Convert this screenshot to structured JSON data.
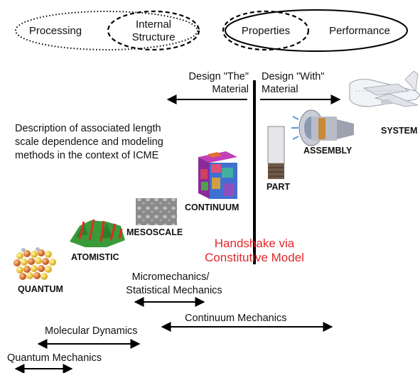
{
  "paradigm": {
    "processing": "Processing",
    "internal_structure_line1": "Internal",
    "internal_structure_line2": "Structure",
    "properties": "Properties",
    "performance": "Performance"
  },
  "design": {
    "the_line1": "Design \"The\"",
    "the_line2": "Material",
    "with_line1": "Design \"With\"",
    "with_line2": "Material"
  },
  "description": {
    "line1": "Description of associated length",
    "line2": "scale dependence and modeling",
    "line3": "methods in the context of ICME"
  },
  "scales": {
    "quantum": "QUANTUM",
    "atomistic": "ATOMISTIC",
    "mesoscale": "MESOSCALE",
    "continuum": "CONTINUUM",
    "part": "PART",
    "assembly": "ASSEMBLY",
    "system": "SYSTEM"
  },
  "handshake": {
    "line1": "Handshake via",
    "line2": "Constitutive Model"
  },
  "methods": {
    "micro_line1": "Micromechanics/",
    "micro_line2": "Statistical Mechanics",
    "continuum_mechanics": "Continuum Mechanics",
    "molecular_dynamics": "Molecular Dynamics",
    "quantum_mechanics": "Quantum Mechanics"
  },
  "colors": {
    "handshake": "#e3262a",
    "line": "#000000"
  }
}
